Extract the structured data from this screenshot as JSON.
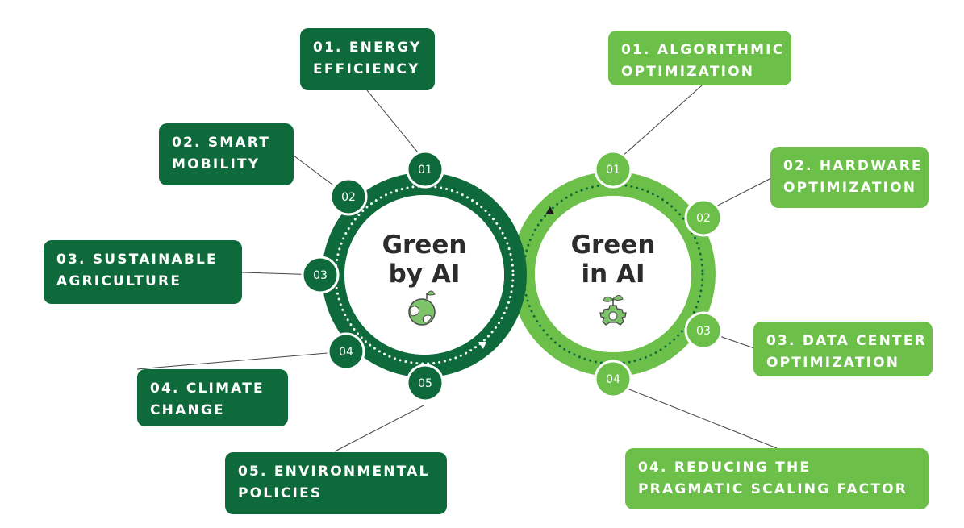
{
  "left_cycle": {
    "title_line1": "Green",
    "title_line2": "by AI",
    "color": "#0f6a3b",
    "icon": "earth-sprout-icon",
    "nodes": [
      "01",
      "02",
      "03",
      "04",
      "05"
    ],
    "items": [
      {
        "line1": "01. ENERGY",
        "line2": "EFFICIENCY"
      },
      {
        "line1": "02. SMART",
        "line2": "MOBILITY"
      },
      {
        "line1": "03. SUSTAINABLE",
        "line2": "AGRICULTURE"
      },
      {
        "line1": "04.  CLIMATE",
        "line2": "CHANGE"
      },
      {
        "line1": "05. ENVIRONMENTAL",
        "line2": "POLICIES"
      }
    ]
  },
  "right_cycle": {
    "title_line1": "Green",
    "title_line2": "in AI",
    "color": "#6cc04a",
    "icon": "gear-sprout-icon",
    "nodes": [
      "01",
      "02",
      "03",
      "04"
    ],
    "items": [
      {
        "line1": "01. ALGORITHMIC",
        "line2": "OPTIMIZATION"
      },
      {
        "line1": "02. HARDWARE",
        "line2": "OPTIMIZATION"
      },
      {
        "line1": "03. DATA CENTER",
        "line2": "OPTIMIZATION"
      },
      {
        "line1": "04. REDUCING THE",
        "line2": "PRAGMATIC SCALING FACTOR"
      }
    ]
  }
}
